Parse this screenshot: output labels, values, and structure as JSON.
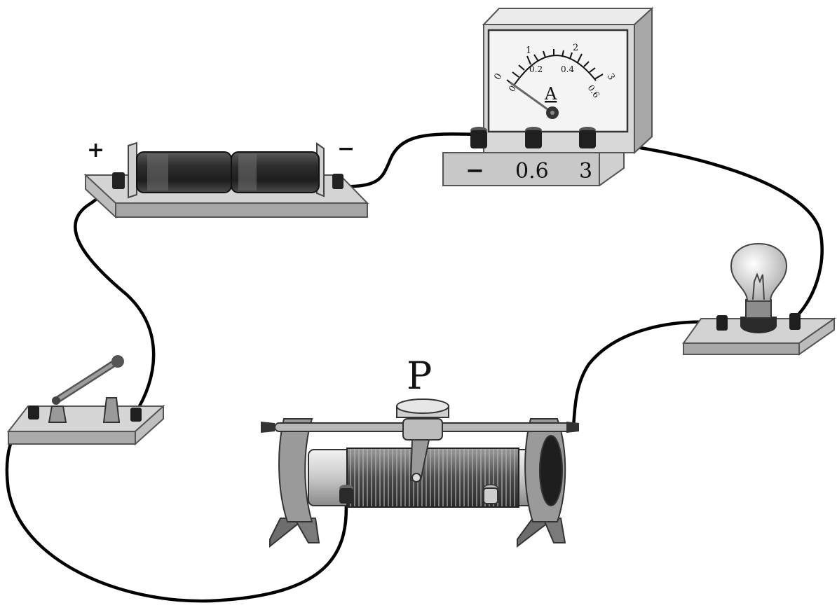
{
  "battery": {
    "positive_sign": "+",
    "negative_sign": "−"
  },
  "ammeter": {
    "unit_symbol": "A",
    "upper_scale": [
      "0",
      "1",
      "2",
      "3"
    ],
    "lower_scale": [
      "0",
      "0.2",
      "0.4",
      "0.6"
    ],
    "terminal_minus": "−",
    "terminal_06": "0.6",
    "terminal_3": "3"
  },
  "rheostat": {
    "slider_label": "P"
  },
  "colors": {
    "wire": "#000000",
    "metal_dark": "#3a3a3a",
    "metal_mid": "#8c8c8c",
    "metal_light": "#d8d8d8",
    "base": "#cfcfcf"
  }
}
